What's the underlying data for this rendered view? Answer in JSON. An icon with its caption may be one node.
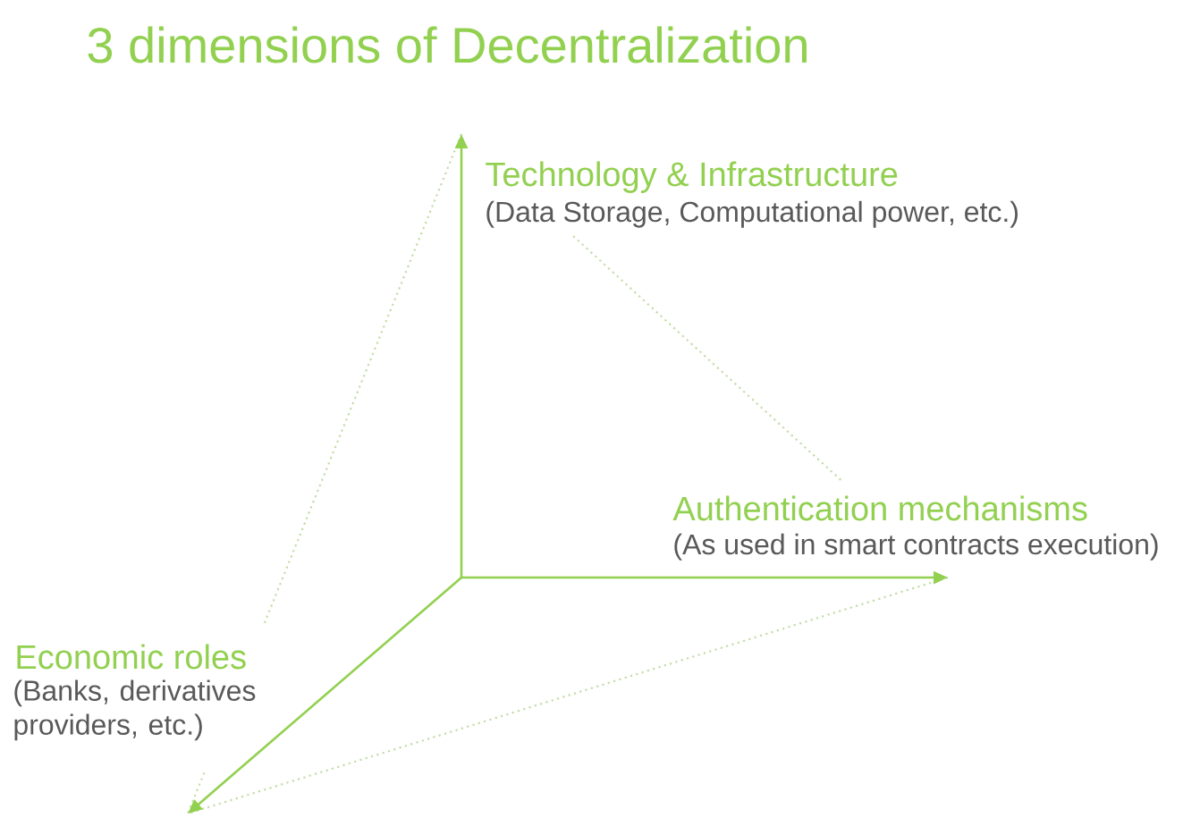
{
  "diagram": {
    "title": "3 dimensions of Decentralization",
    "labels": [
      "Technology & Infrastructure",
      "(Data Storage, Computational power, etc.)",
      "Authentication mechanisms",
      "(As used in smart contracts execution)",
      "Economic roles",
      "(Banks, derivatives providers, etc.)"
    ]
  }
}
